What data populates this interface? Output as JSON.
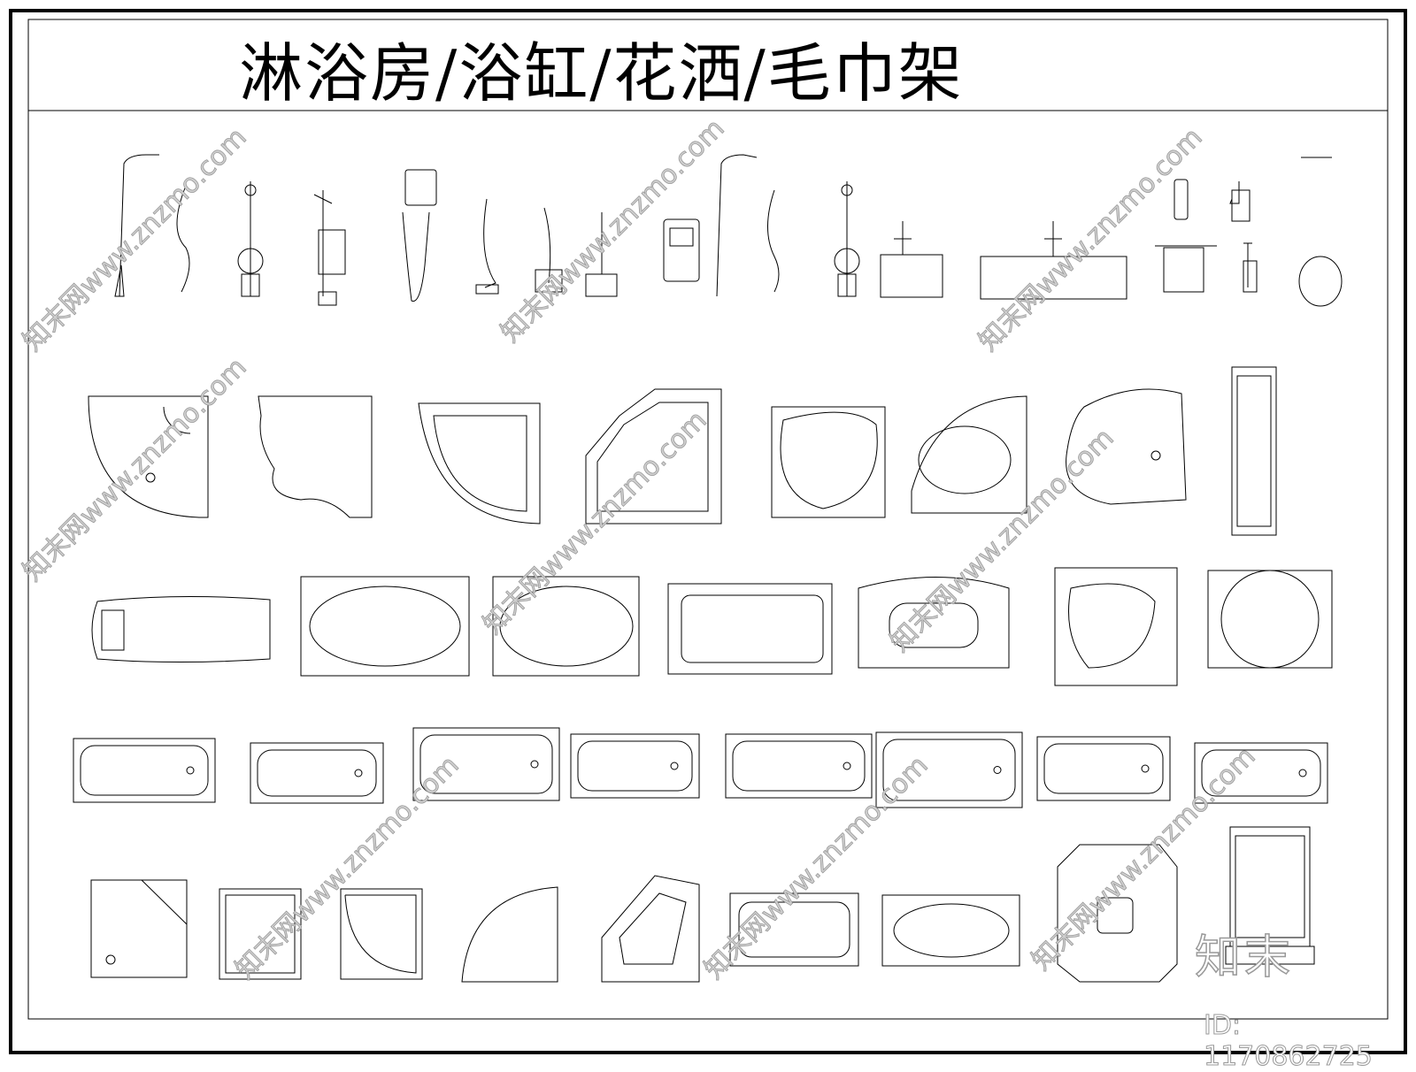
{
  "title": "淋浴房/浴缸/花洒/毛巾架",
  "watermark": {
    "text": "知末网www.znzmo.com",
    "logo": "知末",
    "id": "ID: 1170862725"
  },
  "colors": {
    "line": "#000000",
    "watermark": "#aaaaaa"
  }
}
